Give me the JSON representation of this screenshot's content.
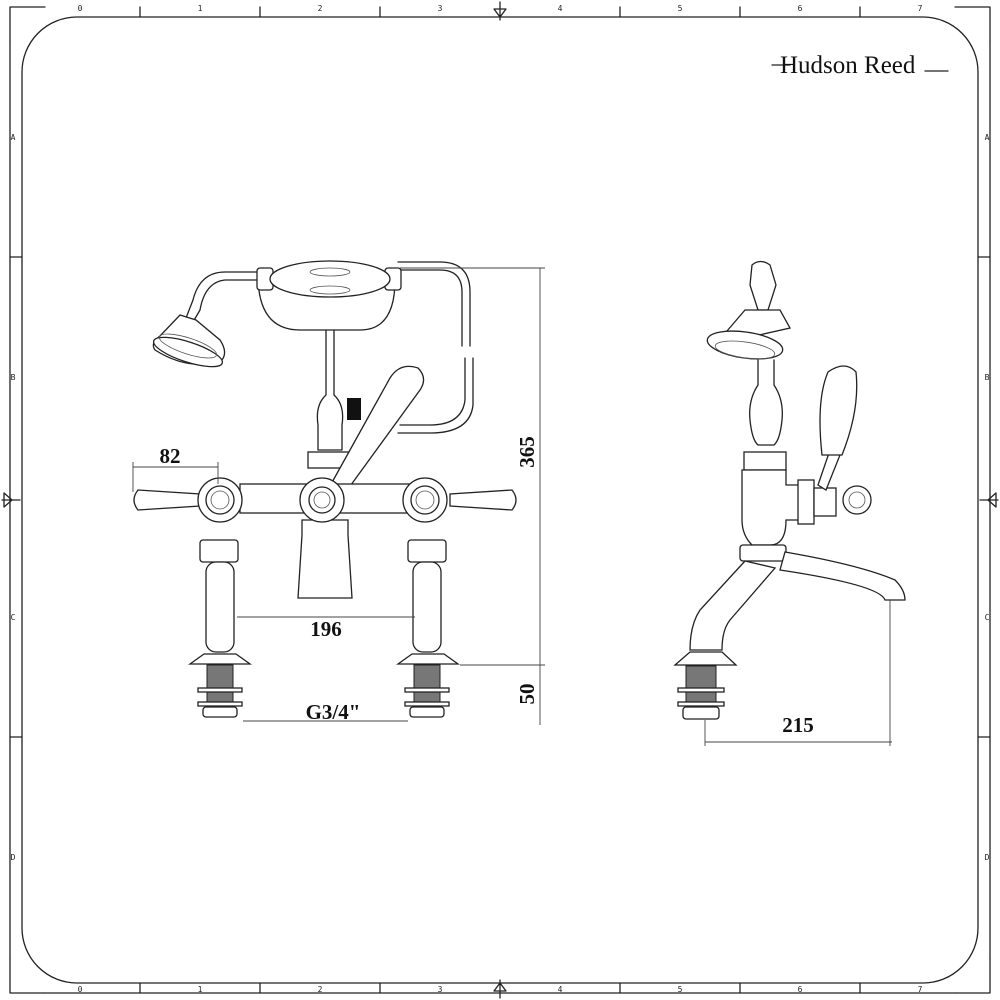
{
  "brand": {
    "name": "Hudson Reed"
  },
  "ruler": {
    "columns": [
      "0",
      "1",
      "2",
      "3",
      "4",
      "5",
      "6",
      "7"
    ],
    "rows": [
      "A",
      "B",
      "C",
      "D"
    ]
  },
  "dimensions": {
    "lever_reach": "82",
    "valve_centres": "196",
    "overall_height": "365",
    "tail_length": "50",
    "thread_size": "G3/4\"",
    "spout_projection": "215"
  },
  "colors": {
    "line": "#222222",
    "background": "#ffffff"
  }
}
